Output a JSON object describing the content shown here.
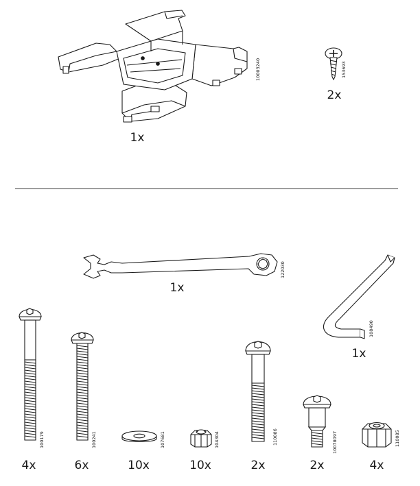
{
  "top_parts": [
    {
      "name": "base-plate",
      "qty": "1x",
      "part_number": "10003240"
    },
    {
      "name": "wood-screw",
      "qty": "2x",
      "part_number": "153693"
    }
  ],
  "bottom_parts": [
    {
      "name": "wrench",
      "qty": "1x",
      "part_number": "122030"
    },
    {
      "name": "allen-key",
      "qty": "1x",
      "part_number": "108490"
    },
    {
      "name": "long-bolt",
      "qty": "4x",
      "part_number": "100179"
    },
    {
      "name": "medium-bolt",
      "qty": "6x",
      "part_number": "100241"
    },
    {
      "name": "washer",
      "qty": "10x",
      "part_number": "107681"
    },
    {
      "name": "small-nut",
      "qty": "10x",
      "part_number": "104304"
    },
    {
      "name": "short-bolt",
      "qty": "2x",
      "part_number": "110086"
    },
    {
      "name": "shoulder-bolt",
      "qty": "2x",
      "part_number": "10078097"
    },
    {
      "name": "large-nut",
      "qty": "4x",
      "part_number": "110085"
    }
  ]
}
